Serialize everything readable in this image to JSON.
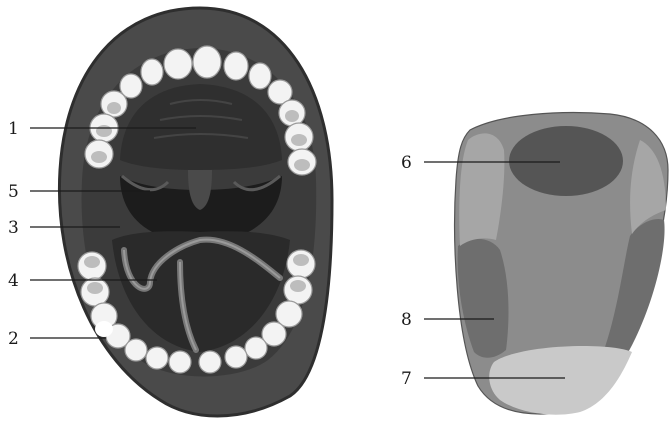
{
  "labels": {
    "n1": "1",
    "n2": "2",
    "n3": "3",
    "n4": "4",
    "n5": "5",
    "n6": "6",
    "n7": "7",
    "n8": "8"
  },
  "colors": {
    "lip": "#4a4a4a",
    "lip_edge": "#2e2e2e",
    "mouth_cavity": "#3b3b3b",
    "palate": "#2f2f2f",
    "throat": "#1c1c1c",
    "tooth": "#f3f3f3",
    "tooth_shadow": "#bdbdbd",
    "tongue_base": "#8c8c8c",
    "tongue_back": "#555555",
    "tongue_tip": "#c9c9c9",
    "tongue_side": "#6e6e6e",
    "line": "#1a1a1a"
  }
}
